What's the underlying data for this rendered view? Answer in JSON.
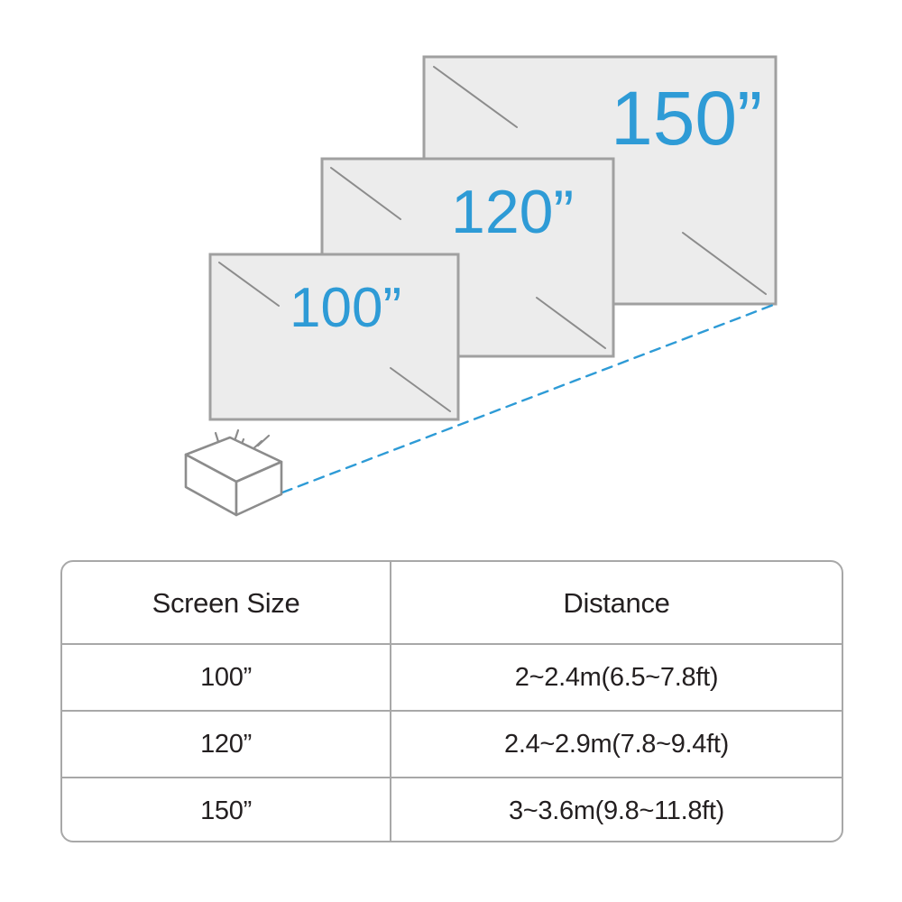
{
  "colors": {
    "accent_blue": "#2e9bd6",
    "screen_fill": "#ececec",
    "screen_border": "#a0a0a0",
    "line_gray": "#8c8c8c",
    "table_border": "#a8a8a8",
    "text_dark": "#231f20"
  },
  "diagram": {
    "name": "projector-throw-distance-diagram",
    "projector": {
      "label": "projector",
      "rays_count": 3
    },
    "beam": {
      "label": "projection-beam",
      "style": "dashed",
      "color": "#2e9bd6"
    },
    "screens": [
      {
        "id": "screen-150",
        "label": "150”",
        "order": 3
      },
      {
        "id": "screen-120",
        "label": "120”",
        "order": 2
      },
      {
        "id": "screen-100",
        "label": "100”",
        "order": 1
      }
    ]
  },
  "table": {
    "name": "screen-size-distance-table",
    "headers": [
      "Screen Size",
      "Distance"
    ],
    "rows": [
      {
        "size": "100”",
        "distance": "2~2.4m(6.5~7.8ft)"
      },
      {
        "size": "120”",
        "distance": "2.4~2.9m(7.8~9.4ft)"
      },
      {
        "size": "150”",
        "distance": "3~3.6m(9.8~11.8ft)"
      }
    ]
  },
  "chart_data": {
    "type": "table",
    "title": "Screen Size vs Projection Distance",
    "columns": [
      "Screen Size",
      "Distance"
    ],
    "rows": [
      [
        "100”",
        "2~2.4m(6.5~7.8ft)"
      ],
      [
        "120”",
        "2.4~2.9m(7.8~9.4ft)"
      ],
      [
        "150”",
        "3~3.6m(9.8~11.8ft)"
      ]
    ],
    "screen_sizes_in": [
      100,
      120,
      150
    ],
    "distance_m_min": [
      2,
      2.4,
      3
    ],
    "distance_m_max": [
      2.4,
      2.9,
      3.6
    ],
    "distance_ft_min": [
      6.5,
      7.8,
      9.8
    ],
    "distance_ft_max": [
      7.8,
      9.4,
      11.8
    ],
    "xlabel": "Screen Size",
    "ylabel": "Distance"
  }
}
